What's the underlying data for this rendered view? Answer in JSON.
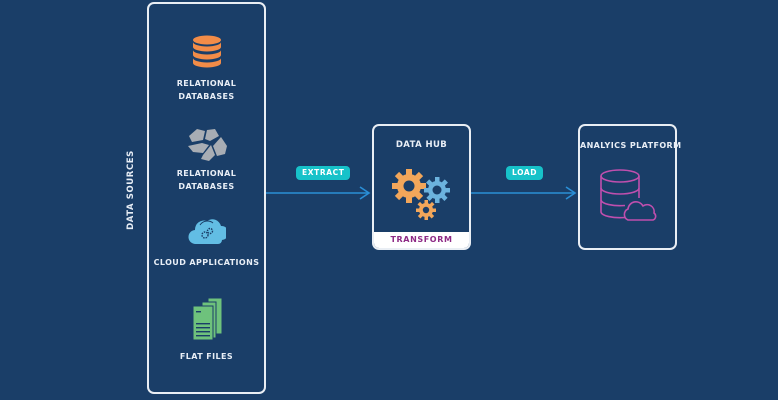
{
  "diagram": {
    "section_title": "DATA SOURCES",
    "sources": [
      {
        "label_line1": "RELATIONAL",
        "label_line2": "DATABASES",
        "icon": "database-stack-icon",
        "color": "#f28c48"
      },
      {
        "label_line1": "RELATIONAL",
        "label_line2": "DATABASES",
        "icon": "pebbles-icon",
        "color": "#a8adb4"
      },
      {
        "label_line1": "CLOUD APPLICATIONS",
        "label_line2": "",
        "icon": "cloud-gears-icon",
        "color": "#62bde4"
      },
      {
        "label_line1": "FLAT FILES",
        "label_line2": "",
        "icon": "files-icon",
        "color": "#6ec27c"
      }
    ],
    "steps": {
      "extract": "EXTRACT",
      "load": "LOAD"
    },
    "hub": {
      "title": "DATA HUB",
      "footer": "TRANSFORM",
      "icon": "gears-icon"
    },
    "destination": {
      "title": "ANALYICS PLATFORM",
      "icon": "database-cloud-icon"
    },
    "colors": {
      "background": "#1a3e68",
      "frame": "#e9eef4",
      "arrow": "#2a8fd6",
      "pill": "#17c2c9",
      "transform_text": "#8e2a85",
      "destination_icon": "#c04fae",
      "gear_orange": "#f2a65a",
      "gear_blue": "#6cb3de"
    }
  }
}
